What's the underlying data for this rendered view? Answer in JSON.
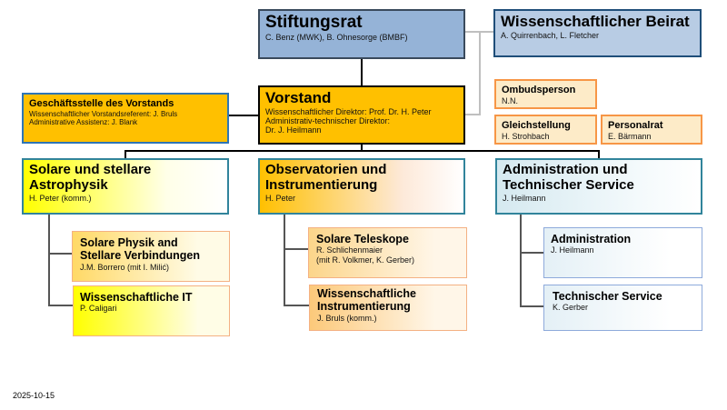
{
  "stiftungsrat": {
    "title": "Stiftungsrat",
    "sub": "C. Benz (MWK), B. Ohnesorge (BMBF)"
  },
  "beirat": {
    "title": "Wissenschaftlicher Beirat",
    "sub": "A. Quirrenbach, L. Fletcher"
  },
  "vorstand": {
    "title": "Vorstand",
    "lines": [
      "Wissenschaftlicher Direktor: Prof. Dr. H. Peter",
      "Administrativ-technischer Direktor:",
      "Dr. J. Heilmann"
    ]
  },
  "geschaeftsstelle": {
    "title": "Geschäftsstelle  des Vorstands",
    "lines": [
      "Wissenschaftlicher Vorstandsreferent: J. Bruls",
      "Administrative Assistenz: J. Blank"
    ]
  },
  "ombudsperson": {
    "title": "Ombudsperson",
    "sub": "N.N."
  },
  "gleichstellung": {
    "title": "Gleichstellung",
    "sub": "H. Strohbach"
  },
  "personalrat": {
    "title": "Personalrat",
    "sub": "E. Bärmann"
  },
  "departments": [
    {
      "title": "Solare und stellare Astrophysik",
      "sub": "H. Peter (komm.)",
      "units": [
        {
          "title": "Solare Physik and Stellare Verbindungen",
          "sub": "J.M. Borrero (mit I. Milić)"
        },
        {
          "title": "Wissenschaftliche IT",
          "sub": "P. Caligari"
        }
      ]
    },
    {
      "title": "Observatorien und Instrumentierung",
      "sub": "H. Peter",
      "units": [
        {
          "title": "Solare Teleskope",
          "sub": "R. Schlichenmaier",
          "sub2": "(mit R. Volkmer, K. Gerber)"
        },
        {
          "title": "Wissenschaftliche Instrumentierung",
          "sub": "J. Bruls (komm.)"
        }
      ]
    },
    {
      "title": "Administration und Technischer Service",
      "sub": "J. Heilmann",
      "units": [
        {
          "title": "Administration",
          "sub": "J. Heilmann"
        },
        {
          "title": "Technischer Service",
          "sub": "K. Gerber"
        }
      ]
    }
  ],
  "date": "2025-10-15",
  "colors": {
    "board": "#95b3d7",
    "advisory": "#b8cce4",
    "executive": "#ffc000",
    "staff": "#fdebc8",
    "staff_border": "#f79646"
  }
}
